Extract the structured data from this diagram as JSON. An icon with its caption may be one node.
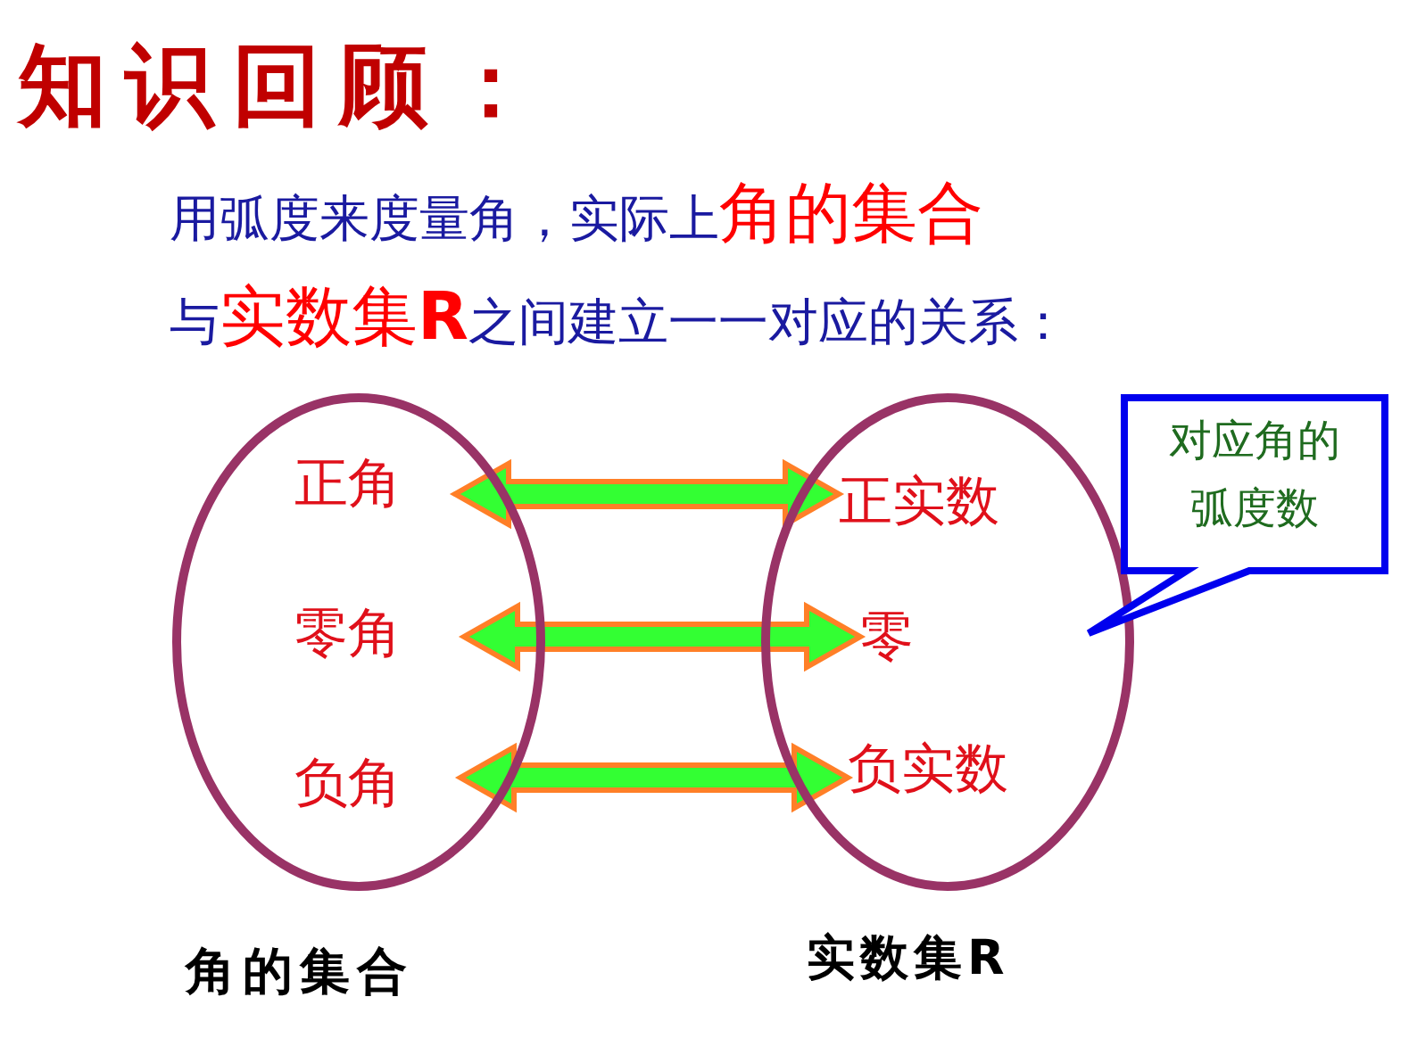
{
  "diagram": {
    "title": "知识回顾：",
    "nodes": [
      {
        "text": [],
        "shape": "circle",
        "beside": [
          "角的集合"
        ]
      },
      {
        "text": [
          "正角"
        ],
        "in": 0
      },
      {
        "text": [
          "零角"
        ],
        "in": 0
      },
      {
        "text": [
          "负角"
        ],
        "in": 0
      },
      {
        "text": [],
        "shape": "circle",
        "beside": [
          "实数集R"
        ]
      },
      {
        "text": [
          "正实数"
        ],
        "in": 4
      },
      {
        "text": [
          "零"
        ],
        "in": 4
      },
      {
        "text": [
          "负实数"
        ],
        "in": 4
      },
      {
        "text": [
          "对应角的弧度数"
        ]
      }
    ],
    "edges": [
      {
        "from": 1,
        "to": 5,
        "arrow": "both",
        "style": "thick"
      },
      {
        "from": 2,
        "to": 6,
        "arrow": "both",
        "style": "thick"
      },
      {
        "from": 3,
        "to": 7,
        "arrow": "both",
        "style": "thick"
      }
    ],
    "labels": [
      "用弧度来度量角，实际上",
      "角的集合",
      "与",
      "实数集**R**",
      "之间建立一一对应的关系："
    ]
  }
}
